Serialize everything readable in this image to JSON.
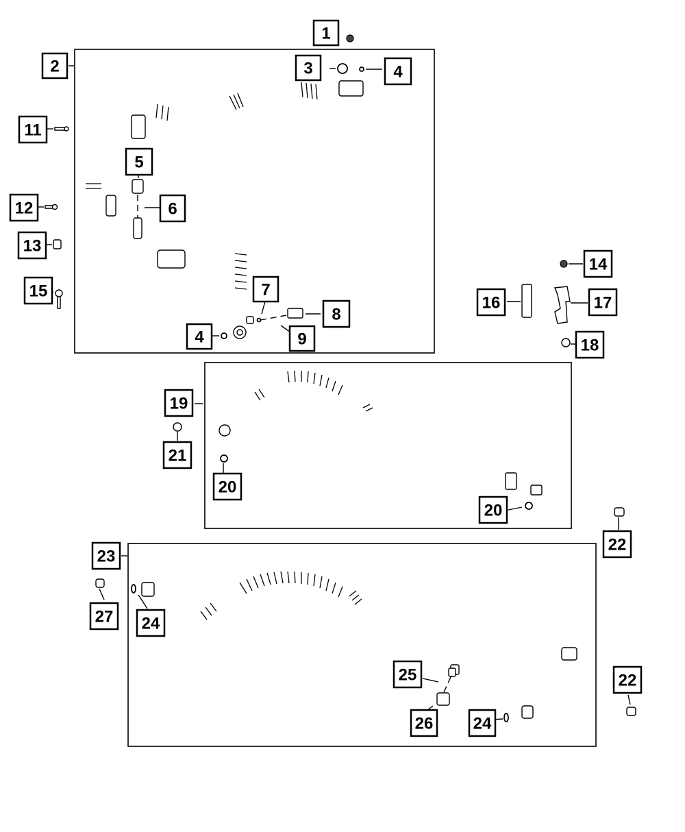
{
  "diagram": {
    "callouts": [
      "1",
      "2",
      "3",
      "4",
      "4",
      "5",
      "6",
      "7",
      "8",
      "9",
      "11",
      "12",
      "13",
      "14",
      "15",
      "16",
      "17",
      "18",
      "19",
      "20",
      "20",
      "21",
      "22",
      "22",
      "23",
      "24",
      "24",
      "25",
      "26",
      "27"
    ]
  }
}
